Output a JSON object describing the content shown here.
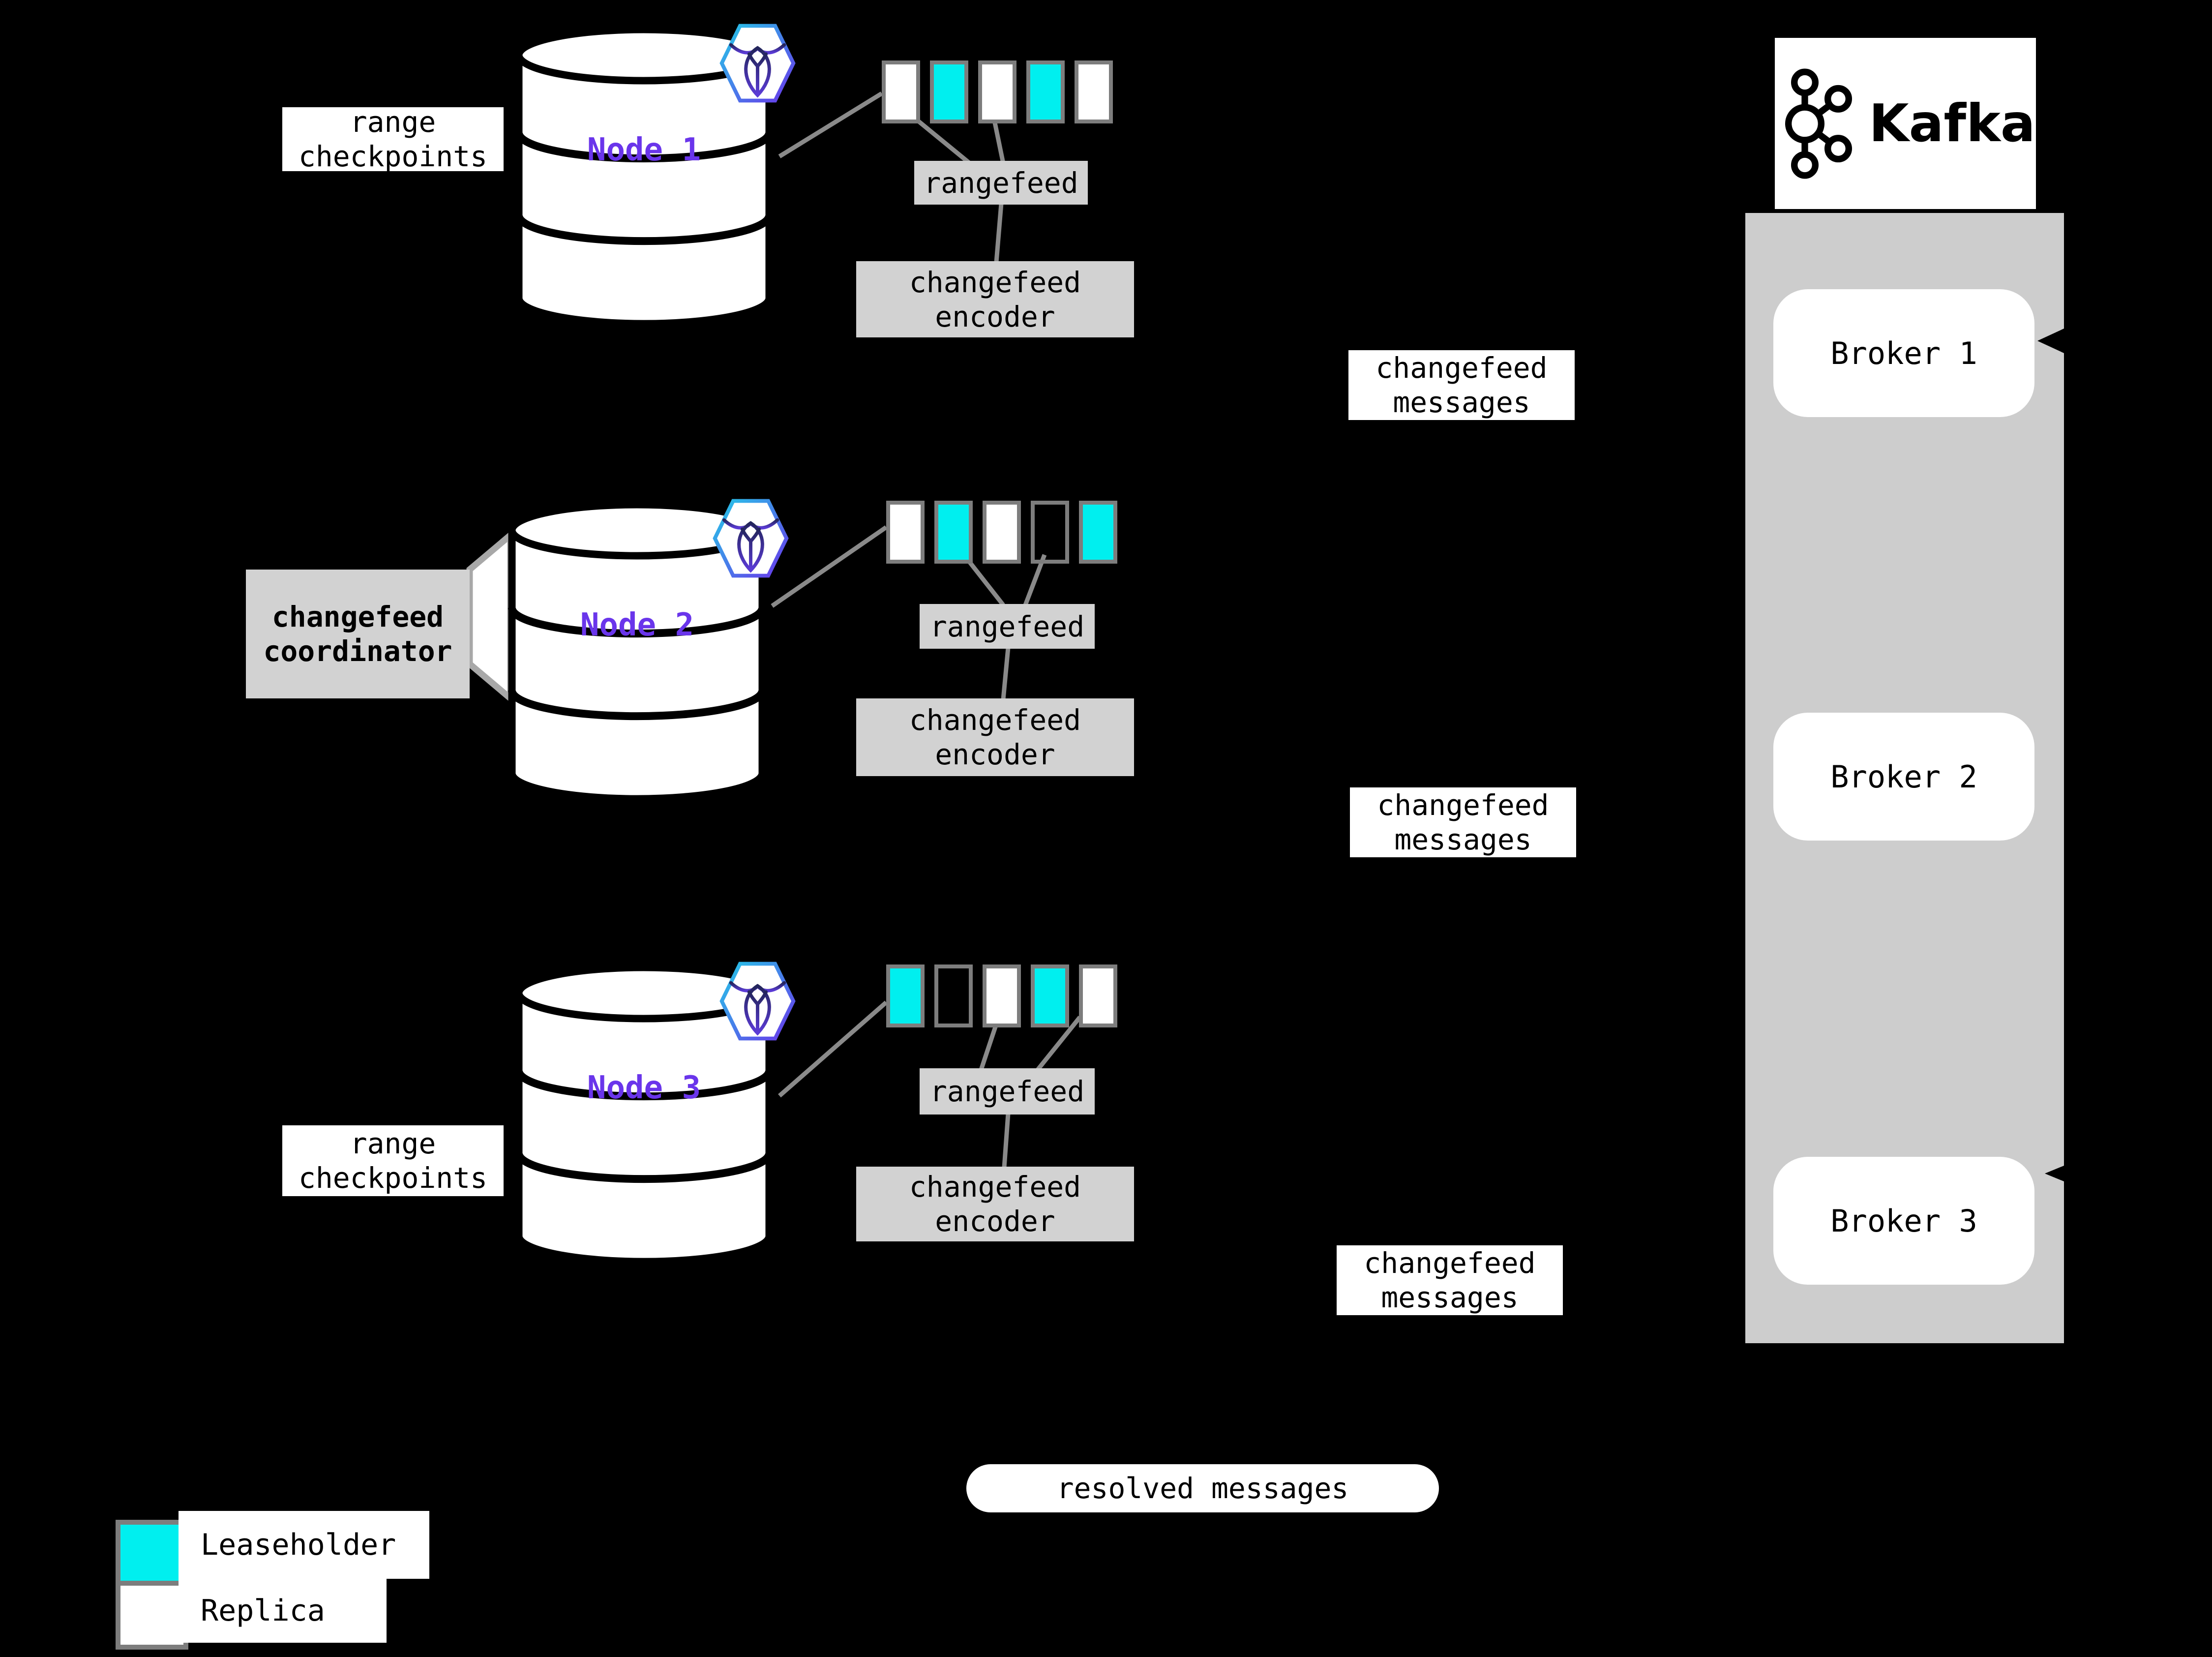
{
  "labels": {
    "range_checkpoints": [
      "range",
      "checkpoints"
    ],
    "rangefeed": "rangefeed",
    "changefeed_encoder": [
      "changefeed",
      "encoder"
    ],
    "changefeed_messages": [
      "changefeed",
      "messages"
    ],
    "coordinator": [
      "changefeed",
      "coordinator"
    ],
    "resolved_messages": "resolved messages",
    "kafka": "Kafka"
  },
  "nodes": [
    {
      "name": "Node 1",
      "ranges": [
        "replica",
        "leaseholder",
        "replica",
        "leaseholder",
        "replica"
      ]
    },
    {
      "name": "Node 2",
      "ranges": [
        "replica",
        "leaseholder",
        "replica",
        "empty",
        "leaseholder"
      ]
    },
    {
      "name": "Node 3",
      "ranges": [
        "leaseholder",
        "empty",
        "replica",
        "leaseholder",
        "replica"
      ]
    }
  ],
  "brokers": [
    "Broker 1",
    "Broker 2",
    "Broker 3"
  ],
  "legend": {
    "leaseholder": "Leaseholder",
    "replica": "Replica"
  },
  "colors": {
    "leaseholder": "#00efef",
    "replica": "#ffffff",
    "empty": "transparent",
    "node_text": "#6a35eb",
    "box_gray": "#d2d2d2",
    "band_gray": "#cdcdcd",
    "border_gray": "#7d7d7d",
    "line_gray": "#8a8a8a",
    "background": "#000000"
  }
}
